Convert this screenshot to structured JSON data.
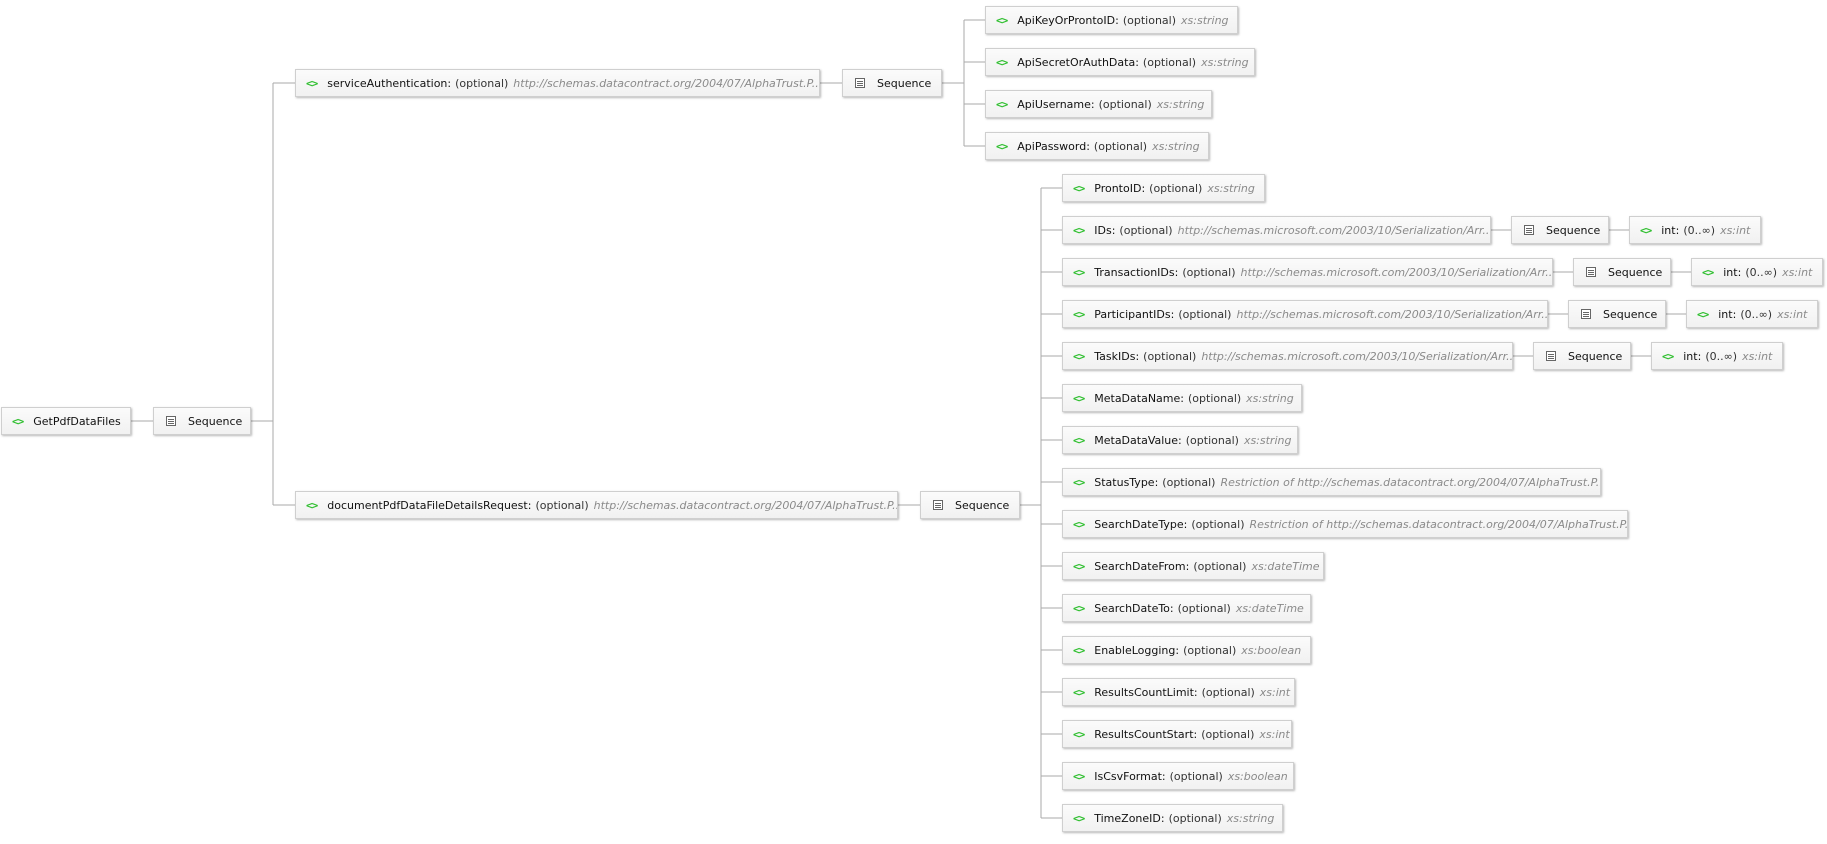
{
  "diagram": {
    "root": {
      "name": "GetPdfDataFiles"
    },
    "sequence_label": "Sequence",
    "optional_label": "(optional)",
    "separator": ":",
    "service_authentication": {
      "name": "serviceAuthentication",
      "type": "http://schemas.datacontract.org/2004/07/AlphaTrust.P...",
      "children": [
        {
          "name": "ApiKeyOrProntoID",
          "type": "xs:string"
        },
        {
          "name": "ApiSecretOrAuthData",
          "type": "xs:string"
        },
        {
          "name": "ApiUsername",
          "type": "xs:string"
        },
        {
          "name": "ApiPassword",
          "type": "xs:string"
        }
      ]
    },
    "document_request": {
      "name": "documentPdfDataFileDetailsRequest",
      "type": "http://schemas.datacontract.org/2004/07/AlphaTrust.P...",
      "children": [
        {
          "name": "ProntoID",
          "type": "xs:string"
        },
        {
          "name": "IDs",
          "type": "http://schemas.microsoft.com/2003/10/Serialization/Arr...",
          "sub": {
            "name": "int",
            "multiplicity": "(0..∞)",
            "type": "xs:int"
          }
        },
        {
          "name": "TransactionIDs",
          "type": "http://schemas.microsoft.com/2003/10/Serialization/Arr...",
          "sub": {
            "name": "int",
            "multiplicity": "(0..∞)",
            "type": "xs:int"
          }
        },
        {
          "name": "ParticipantIDs",
          "type": "http://schemas.microsoft.com/2003/10/Serialization/Arr...",
          "sub": {
            "name": "int",
            "multiplicity": "(0..∞)",
            "type": "xs:int"
          }
        },
        {
          "name": "TaskIDs",
          "type": "http://schemas.microsoft.com/2003/10/Serialization/Arr...",
          "sub": {
            "name": "int",
            "multiplicity": "(0..∞)",
            "type": "xs:int"
          }
        },
        {
          "name": "MetaDataName",
          "type": "xs:string"
        },
        {
          "name": "MetaDataValue",
          "type": "xs:string"
        },
        {
          "name": "StatusType",
          "type": "Restriction of http://schemas.datacontract.org/2004/07/AlphaTrust.P..."
        },
        {
          "name": "SearchDateType",
          "type": "Restriction of http://schemas.datacontract.org/2004/07/AlphaTrust.P..."
        },
        {
          "name": "SearchDateFrom",
          "type": "xs:dateTime"
        },
        {
          "name": "SearchDateTo",
          "type": "xs:dateTime"
        },
        {
          "name": "EnableLogging",
          "type": "xs:boolean"
        },
        {
          "name": "ResultsCountLimit",
          "type": "xs:int"
        },
        {
          "name": "ResultsCountStart",
          "type": "xs:int"
        },
        {
          "name": "IsCsvFormat",
          "type": "xs:boolean"
        },
        {
          "name": "TimeZoneID",
          "type": "xs:string"
        }
      ]
    },
    "element_icon": "element-icon",
    "sequence_icon": "sequence-icon"
  }
}
